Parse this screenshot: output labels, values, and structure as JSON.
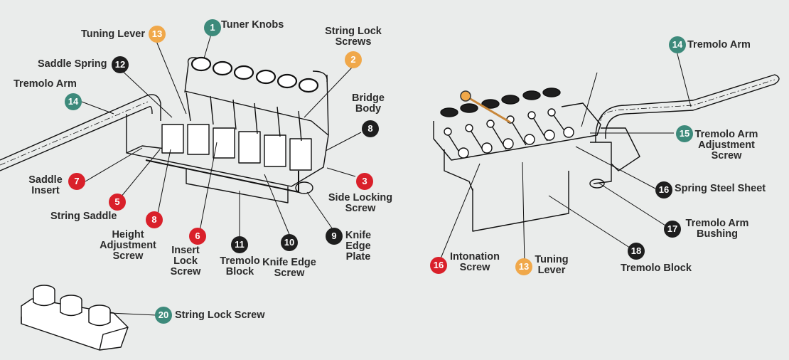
{
  "title": "Floyd Rose style tremolo bridge parts diagram",
  "colors": {
    "green": "#3d8a7b",
    "orange": "#f0a84a",
    "black": "#1e1e1e",
    "red": "#d9202a",
    "background": "#eaeceb"
  },
  "left_view": {
    "callouts": [
      {
        "num": "1",
        "label": "Tuner Knobs",
        "color": "green"
      },
      {
        "num": "13",
        "label": "Tuning Lever",
        "color": "orange"
      },
      {
        "num": "2",
        "label": "String Lock Screws",
        "color": "orange"
      },
      {
        "num": "12",
        "label": "Saddle Spring",
        "color": "black"
      },
      {
        "num": "14",
        "label": "Tremolo Arm",
        "color": "green"
      },
      {
        "num": "8",
        "label": "Bridge Body",
        "color": "black"
      },
      {
        "num": "7",
        "label": "Saddle Insert",
        "color": "red"
      },
      {
        "num": "5",
        "label": "String Saddle",
        "color": "red"
      },
      {
        "num": "8",
        "label": "Height Adjustment Screw",
        "color": "red"
      },
      {
        "num": "6",
        "label": "Insert Lock Screw",
        "color": "red"
      },
      {
        "num": "11",
        "label": "Tremolo Block",
        "color": "black"
      },
      {
        "num": "10",
        "label": "Knife Edge Screw",
        "color": "black"
      },
      {
        "num": "9",
        "label": "Knife Edge Plate",
        "color": "black"
      },
      {
        "num": "3",
        "label": "Side Locking Screw",
        "color": "red"
      }
    ]
  },
  "right_view": {
    "callouts": [
      {
        "num": "14",
        "label": "Tremolo Arm",
        "color": "green"
      },
      {
        "num": "15",
        "label": "Tremolo Arm Adjustment Screw",
        "color": "green"
      },
      {
        "num": "16",
        "label": "Spring Steel Sheet",
        "color": "black"
      },
      {
        "num": "17",
        "label": "Tremolo Arm Bushing",
        "color": "black"
      },
      {
        "num": "18",
        "label": "Tremolo Block",
        "color": "black"
      },
      {
        "num": "16",
        "label": "Intonation Screw",
        "color": "red"
      },
      {
        "num": "13",
        "label": "Tuning Lever",
        "color": "orange"
      }
    ]
  },
  "detail_view": {
    "callouts": [
      {
        "num": "20",
        "label": "String Lock Screw",
        "color": "green"
      }
    ]
  },
  "text": {
    "tuner_knobs": "Tuner Knobs",
    "tuning_lever": "Tuning Lever",
    "string_lock_screws_1": "String Lock",
    "string_lock_screws_2": "Screws",
    "saddle_spring": "Saddle Spring",
    "tremolo_arm": "Tremolo Arm",
    "bridge_1": "Bridge",
    "bridge_2": "Body",
    "saddle_1": "Saddle",
    "saddle_2": "Insert",
    "string_saddle": "String Saddle",
    "height_1": "Height",
    "height_2": "Adjustment",
    "height_3": "Screw",
    "insert_1": "Insert",
    "insert_2": "Lock",
    "insert_3": "Screw",
    "tblock_1": "Tremolo",
    "tblock_2": "Block",
    "kes_1": "Knife Edge",
    "kes_2": "Screw",
    "kep_1": "Knife",
    "kep_2": "Edge",
    "kep_3": "Plate",
    "sls_1": "Side Locking",
    "sls_2": "Screw",
    "r_tremolo_arm": "Tremolo Arm",
    "r_adj_1": "Tremolo Arm",
    "r_adj_2": "Adjustment",
    "r_adj_3": "Screw",
    "r_spring": "Spring Steel Sheet",
    "r_bush_1": "Tremolo Arm",
    "r_bush_2": "Bushing",
    "r_block": "Tremolo Block",
    "r_inton_1": "Intonation",
    "r_inton_2": "Screw",
    "r_tl_1": "Tuning",
    "r_tl_2": "Lever",
    "d_string_lock": "String Lock Screw"
  }
}
